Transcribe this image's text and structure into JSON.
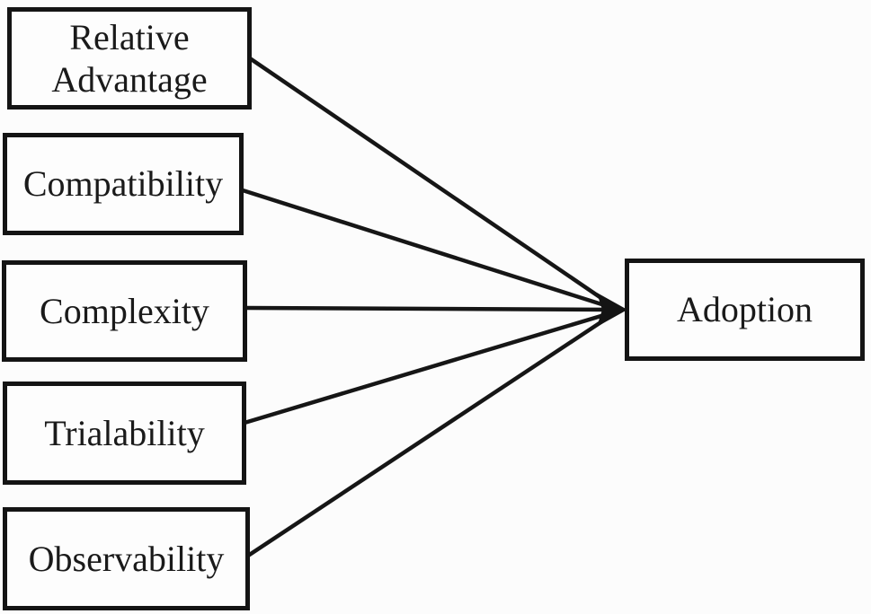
{
  "diagram": {
    "factors": [
      {
        "id": "relative-advantage",
        "label": "Relative Advantage"
      },
      {
        "id": "compatibility",
        "label": "Compatibility"
      },
      {
        "id": "complexity",
        "label": "Complexity"
      },
      {
        "id": "trialability",
        "label": "Trialability"
      },
      {
        "id": "observability",
        "label": "Observability"
      }
    ],
    "outcome": {
      "id": "adoption",
      "label": "Adoption"
    },
    "edges": [
      {
        "from": "Relative Advantage",
        "to": "Adoption"
      },
      {
        "from": "Compatibility",
        "to": "Adoption"
      },
      {
        "from": "Complexity",
        "to": "Adoption"
      },
      {
        "from": "Trialability",
        "to": "Adoption"
      },
      {
        "from": "Observability",
        "to": "Adoption"
      }
    ],
    "colors": {
      "background": "#fcfcfc",
      "box_fill": "#fdfdfd",
      "box_border": "#141414",
      "text": "#1a1a1a",
      "line": "#161616"
    }
  }
}
